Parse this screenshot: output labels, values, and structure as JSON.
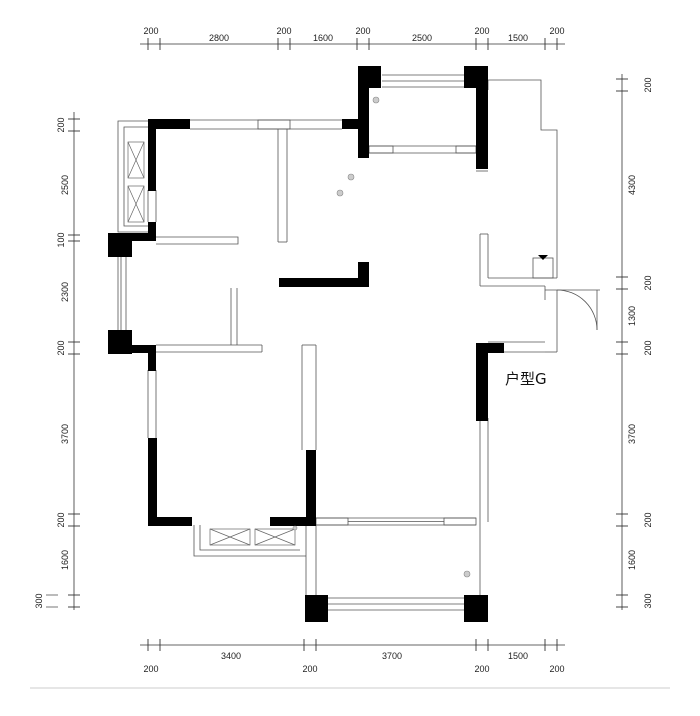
{
  "plan_label": "户型G",
  "dims": {
    "top": [
      "200",
      "2800",
      "200",
      "1600",
      "200",
      "2500",
      "200",
      "1500",
      "200"
    ],
    "bottom": [
      "200",
      "3400",
      "200",
      "3700",
      "200",
      "1500",
      "200"
    ],
    "left": [
      "200",
      "2500",
      "100",
      "2300",
      "200",
      "3700",
      "200",
      "1600",
      "300"
    ],
    "right": [
      "200",
      "4300",
      "200",
      "1300",
      "200",
      "3700",
      "200",
      "1600",
      "300"
    ]
  }
}
